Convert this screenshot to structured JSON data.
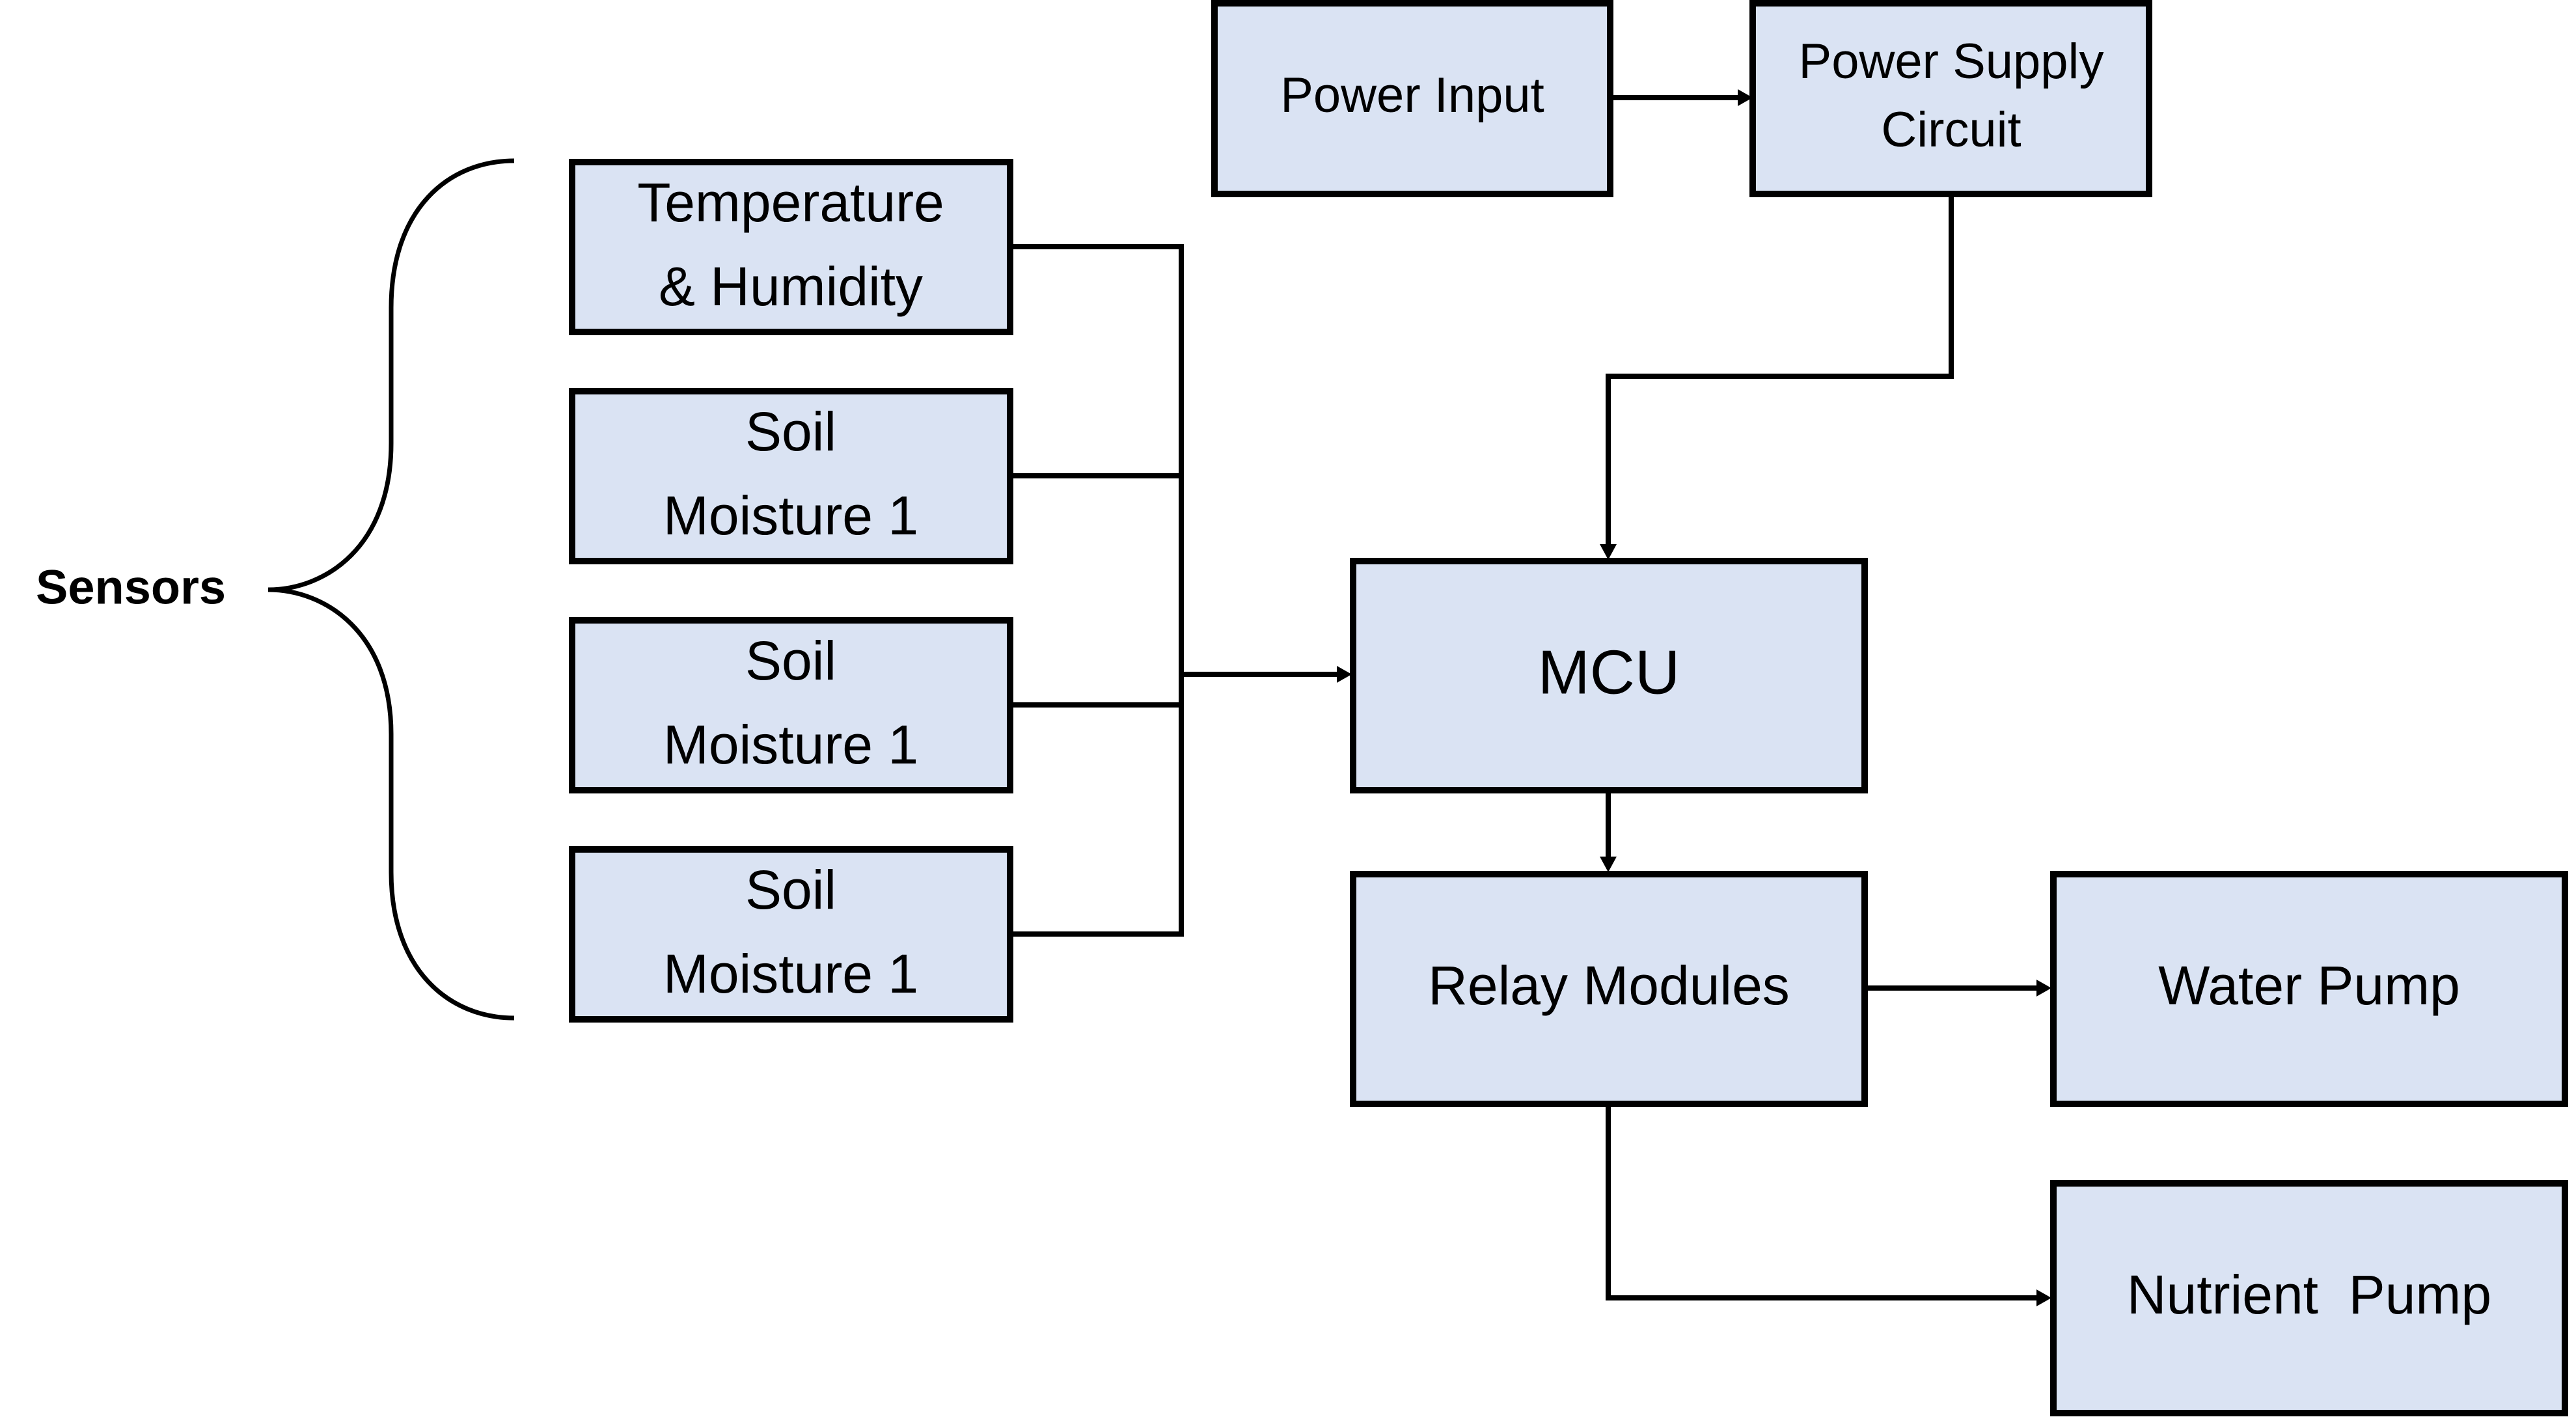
{
  "diagram": {
    "title": "",
    "colors": {
      "box_fill": "#DAE3F3",
      "box_stroke": "#000000",
      "line": "#000000",
      "background": "#FFFFFF"
    },
    "group": {
      "label": "Sensors"
    },
    "blocks": {
      "power_input": {
        "lines": [
          "Power Input"
        ]
      },
      "power_supply": {
        "lines": [
          "Power Supply",
          "Circuit"
        ]
      },
      "temp_humidity": {
        "lines": [
          "Temperature",
          "& Humidity"
        ]
      },
      "soil_1": {
        "lines": [
          "Soil",
          "Moisture 1"
        ]
      },
      "soil_2": {
        "lines": [
          "Soil",
          "Moisture 1"
        ]
      },
      "soil_3": {
        "lines": [
          "Soil",
          "Moisture 1"
        ]
      },
      "mcu": {
        "lines": [
          "MCU"
        ]
      },
      "relay": {
        "lines": [
          "Relay Modules"
        ]
      },
      "water_pump": {
        "lines": [
          "Water Pump"
        ]
      },
      "nutrient_pump": {
        "lines": [
          "Nutrient  Pump"
        ]
      }
    },
    "connections": [
      {
        "from": "Power Input",
        "to": "Power Supply Circuit"
      },
      {
        "from": "Power Supply Circuit",
        "to": "MCU"
      },
      {
        "from": "Temperature & Humidity",
        "to": "MCU"
      },
      {
        "from": "Soil Moisture 1",
        "to": "MCU"
      },
      {
        "from": "Soil Moisture 1",
        "to": "MCU"
      },
      {
        "from": "Soil Moisture 1",
        "to": "MCU"
      },
      {
        "from": "MCU",
        "to": "Relay Modules"
      },
      {
        "from": "Relay Modules",
        "to": "Water Pump"
      },
      {
        "from": "Relay Modules",
        "to": "Nutrient Pump"
      }
    ]
  }
}
